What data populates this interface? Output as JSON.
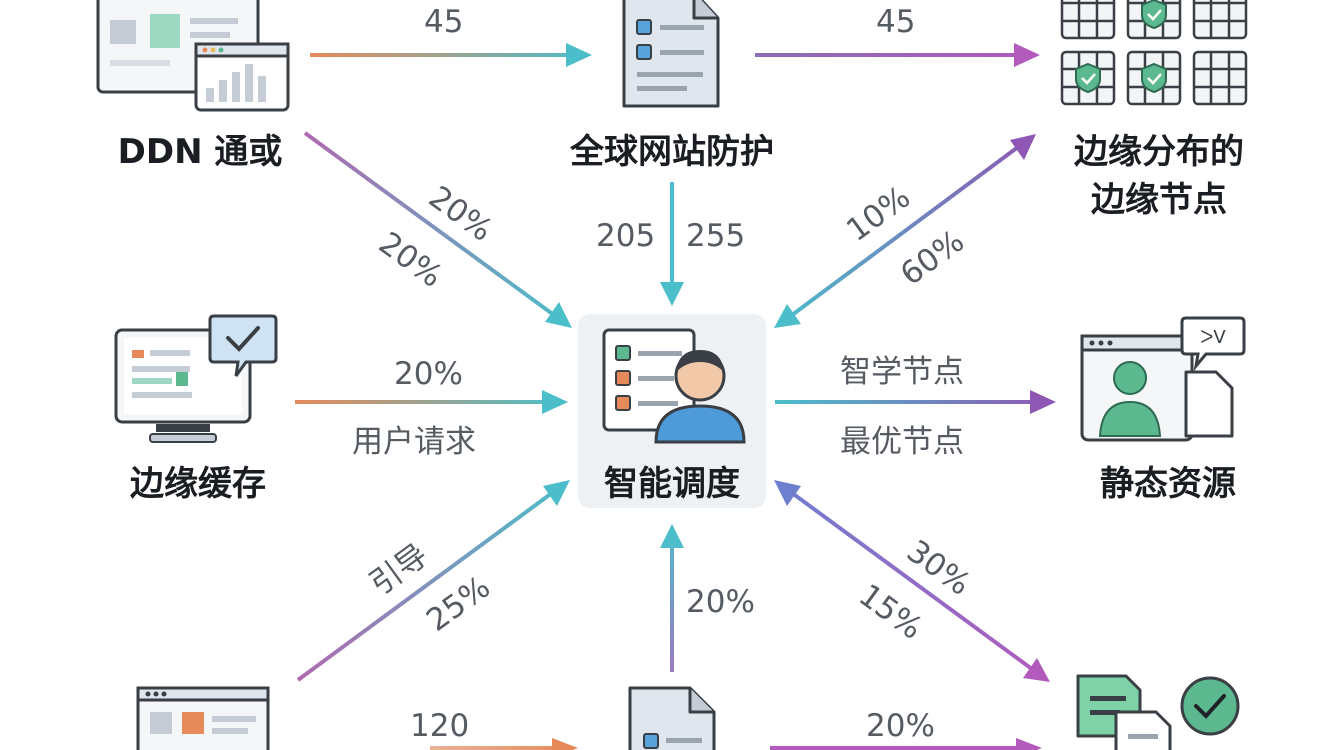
{
  "nodes": {
    "ddn": {
      "label": "DDN 通或",
      "icon": "browser-windows-chart-icon"
    },
    "global_protection": {
      "label": "全球网站防护",
      "icon": "document-list-icon"
    },
    "edge_nodes": {
      "label_line1": "边缘分布的",
      "label_line2": "边缘节点",
      "icon": "grid-check-icon"
    },
    "edge_cache": {
      "label": "边缘缓存",
      "icon": "monitor-check-icon"
    },
    "hub": {
      "label": "智能调度",
      "icon": "user-checklist-icon"
    },
    "static_resources": {
      "label": "静态资源",
      "icon": "person-chat-icon"
    },
    "bottom_left": {
      "icon": "monitor-window-icon"
    },
    "bottom_middle": {
      "icon": "document-icon"
    },
    "bottom_right": {
      "icon": "files-check-icon"
    }
  },
  "edges": {
    "ddn_to_protection": "45",
    "protection_to_edge": "45",
    "ddn_to_hub_a": "20%",
    "ddn_to_hub_b": "20%",
    "protection_to_hub_a": "205",
    "protection_to_hub_b": "255",
    "edge_to_hub_a": "10%",
    "edge_to_hub_b": "60%",
    "cache_to_hub_top": "20%",
    "cache_to_hub_bottom": "用户请求",
    "hub_to_static_top": "智学节点",
    "hub_to_static_bottom": "最优节点",
    "bl_to_hub_a": "引导",
    "bl_to_hub_b": "25%",
    "bm_to_hub": "20%",
    "hub_to_br_a": "30%",
    "hub_to_br_b": "15%",
    "bottom_left_value": "120",
    "bottom_right_value": "20%"
  },
  "colors": {
    "teal": "#4bbec9",
    "orange": "#e68a5c",
    "purple": "#9b59b6",
    "icon_outline": "#3a3f45",
    "icon_fill": "#dfe6ee",
    "green": "#5cb88f"
  }
}
